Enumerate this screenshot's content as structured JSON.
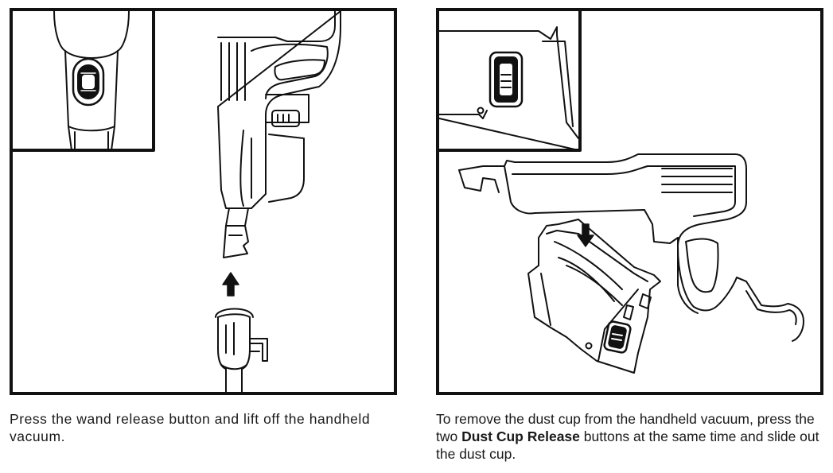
{
  "left_panel": {
    "caption": "Press the wand release button and lift off the handheld vacuum."
  },
  "right_panel": {
    "caption_before": "To remove the dust cup from the handheld vacuum, press the two ",
    "caption_bold": "Dust Cup Release",
    "caption_after": " buttons at the same time and slide out the dust cup."
  },
  "colors": {
    "line": "#111111",
    "background": "#ffffff"
  },
  "icons": [
    "up-arrow-icon",
    "down-arrow-icon",
    "wand-release-button-icon",
    "dust-cup-release-button-icon"
  ]
}
